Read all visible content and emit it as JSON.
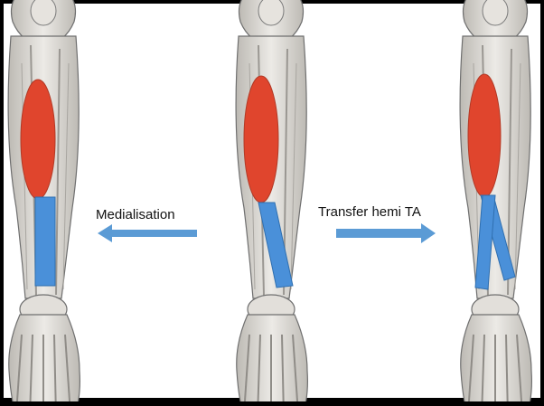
{
  "labels": {
    "left": "Medialisation",
    "right": "Transfer hemi TA"
  },
  "colors": {
    "frame": "#000000",
    "background": "#ffffff",
    "muscle": "#e0452d",
    "tendon": "#4a90d9",
    "arrow": "#5b9bd5",
    "bone": "#dcdad6",
    "outline": "#6f6f6f"
  },
  "panels": [
    {
      "id": "left",
      "tendon_style": "straight-medial"
    },
    {
      "id": "middle",
      "tendon_style": "angled"
    },
    {
      "id": "right",
      "tendon_style": "split"
    }
  ],
  "arrows": [
    {
      "direction": "left",
      "label_key": "left"
    },
    {
      "direction": "right",
      "label_key": "right"
    }
  ]
}
